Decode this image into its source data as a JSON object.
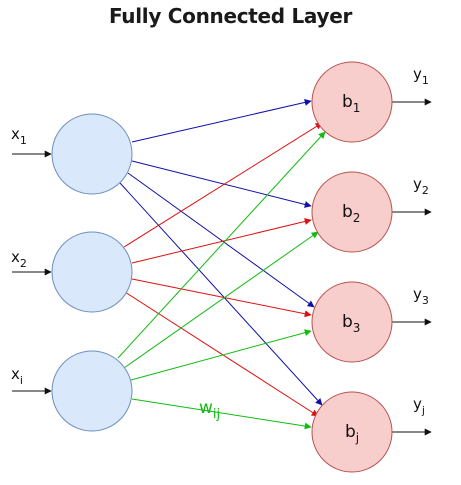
{
  "title": "Fully Connected Layer",
  "inputs": [
    {
      "base": "x",
      "sub": "1"
    },
    {
      "base": "x",
      "sub": "2"
    },
    {
      "base": "x",
      "sub": "i"
    }
  ],
  "nodes": [
    {
      "base": "b",
      "sub": "1"
    },
    {
      "base": "b",
      "sub": "2"
    },
    {
      "base": "b",
      "sub": "3"
    },
    {
      "base": "b",
      "sub": "j"
    }
  ],
  "outputs": [
    {
      "base": "y",
      "sub": "1"
    },
    {
      "base": "y",
      "sub": "2"
    },
    {
      "base": "y",
      "sub": "3"
    },
    {
      "base": "y",
      "sub": "j"
    }
  ],
  "weight_label": {
    "base": "w",
    "sub": "ij"
  },
  "colors": {
    "input_fill": "#dae8fc",
    "input_stroke": "#6c8ebf",
    "output_fill": "#f8cecc",
    "output_stroke": "#b85450",
    "edge_from_x1": "#1010aa",
    "edge_from_x2": "#dd1111",
    "edge_from_xi": "#11bb11",
    "weight_label": "#11bb11"
  }
}
